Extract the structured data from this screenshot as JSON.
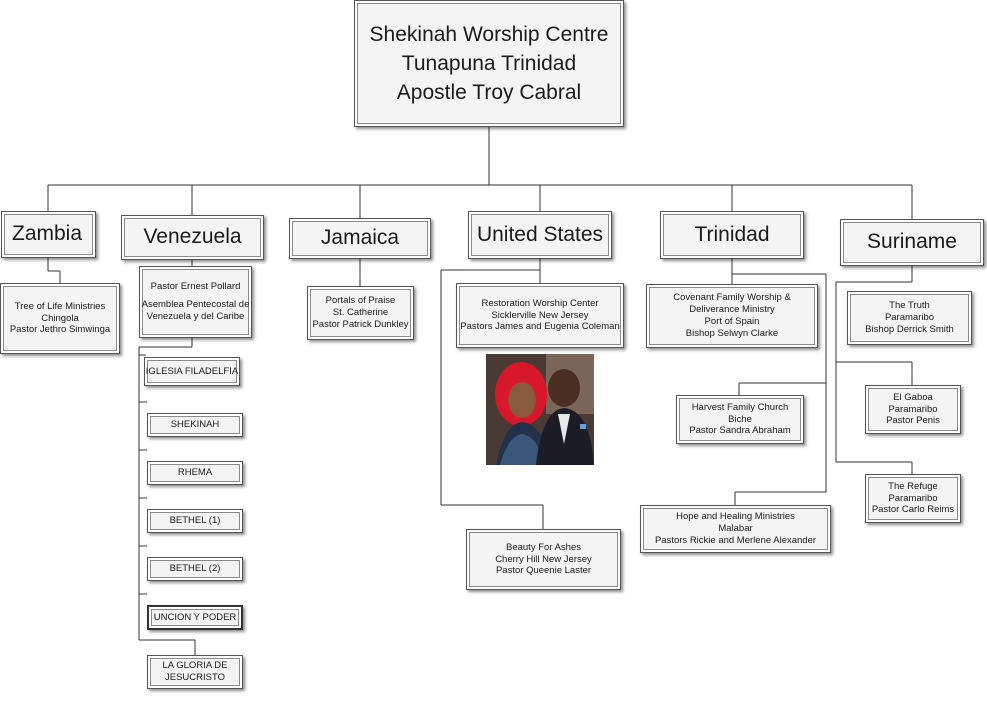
{
  "root": {
    "line1": "Shekinah Worship Centre",
    "line2": "Tunapuna Trinidad",
    "line3": "Apostle Troy Cabral"
  },
  "countries": {
    "zambia": "Zambia",
    "venezuela": "Venezuela",
    "jamaica": "Jamaica",
    "united_states": "United States",
    "trinidad": "Trinidad",
    "suriname": "Suriname"
  },
  "zambia": {
    "tree_of_life": [
      "Tree of Life Ministries",
      "Chingola",
      "Pastor Jethro Simwinga"
    ]
  },
  "venezuela": {
    "head": [
      "Pastor Ernest Pollard",
      "Asemblea Pentecostal de Venezuela y del Caribe"
    ],
    "churches": [
      "IGLESIA FILADELFIA",
      "SHEKINAH",
      "RHEMA",
      "BETHEL (1)",
      "BETHEL (2)",
      "UNCION Y PODER",
      "LA GLORIA DE JESUCRISTO"
    ]
  },
  "jamaica": {
    "portals": [
      "Portals of Praise",
      "St. Catherine",
      "Pastor Patrick Dunkley"
    ]
  },
  "united_states": {
    "restoration": [
      "Restoration Worship Center",
      "Sicklerville New Jersey",
      "Pastors James and Eugenia Coleman"
    ],
    "beauty": [
      "Beauty For Ashes",
      "Cherry Hill New Jersey",
      "Pastor Queenie Laster"
    ]
  },
  "trinidad": {
    "covenant": [
      "Covenant Family Worship &",
      "Deliverance Ministry",
      "Port of Spain",
      "Bishop Selwyn Clarke"
    ],
    "harvest": [
      "Harvest Family Church",
      "Biche",
      "Pastor Sandra Abraham"
    ],
    "hope": [
      "Hope and Healing Ministries",
      "Malabar",
      "Pastors Rickie and Merlene Alexander"
    ]
  },
  "suriname": {
    "truth": [
      "The Truth",
      "Paramaribo",
      "Bishop Derrick Smith"
    ],
    "gaboa": [
      "El Gaboa",
      "Paramaribo",
      "Pastor Penis"
    ],
    "refuge": [
      "The Refuge",
      "Paramaribo",
      "Pastor Carlo Reims"
    ]
  }
}
